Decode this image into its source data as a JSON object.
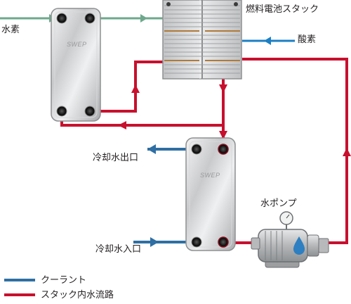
{
  "labels": {
    "hydrogen": "水素",
    "fuel_cell_stack": "燃料電池スタック",
    "oxygen": "酸素",
    "coolant_outlet": "冷却水出口",
    "coolant_inlet": "冷却水入口",
    "water_pump": "水ポンプ"
  },
  "legend": {
    "items": [
      {
        "label": "クーラント",
        "color": "#2f6fa3"
      },
      {
        "label": "スタック内水流路",
        "color": "#c8102e"
      }
    ]
  },
  "logos": {
    "heat_exchanger": "SWEP"
  },
  "colors": {
    "hydrogen_line": "#6ea88c",
    "oxygen_line": "#1c7fc4",
    "coolant": "#2f6fa3",
    "stack_water": "#c8102e"
  }
}
